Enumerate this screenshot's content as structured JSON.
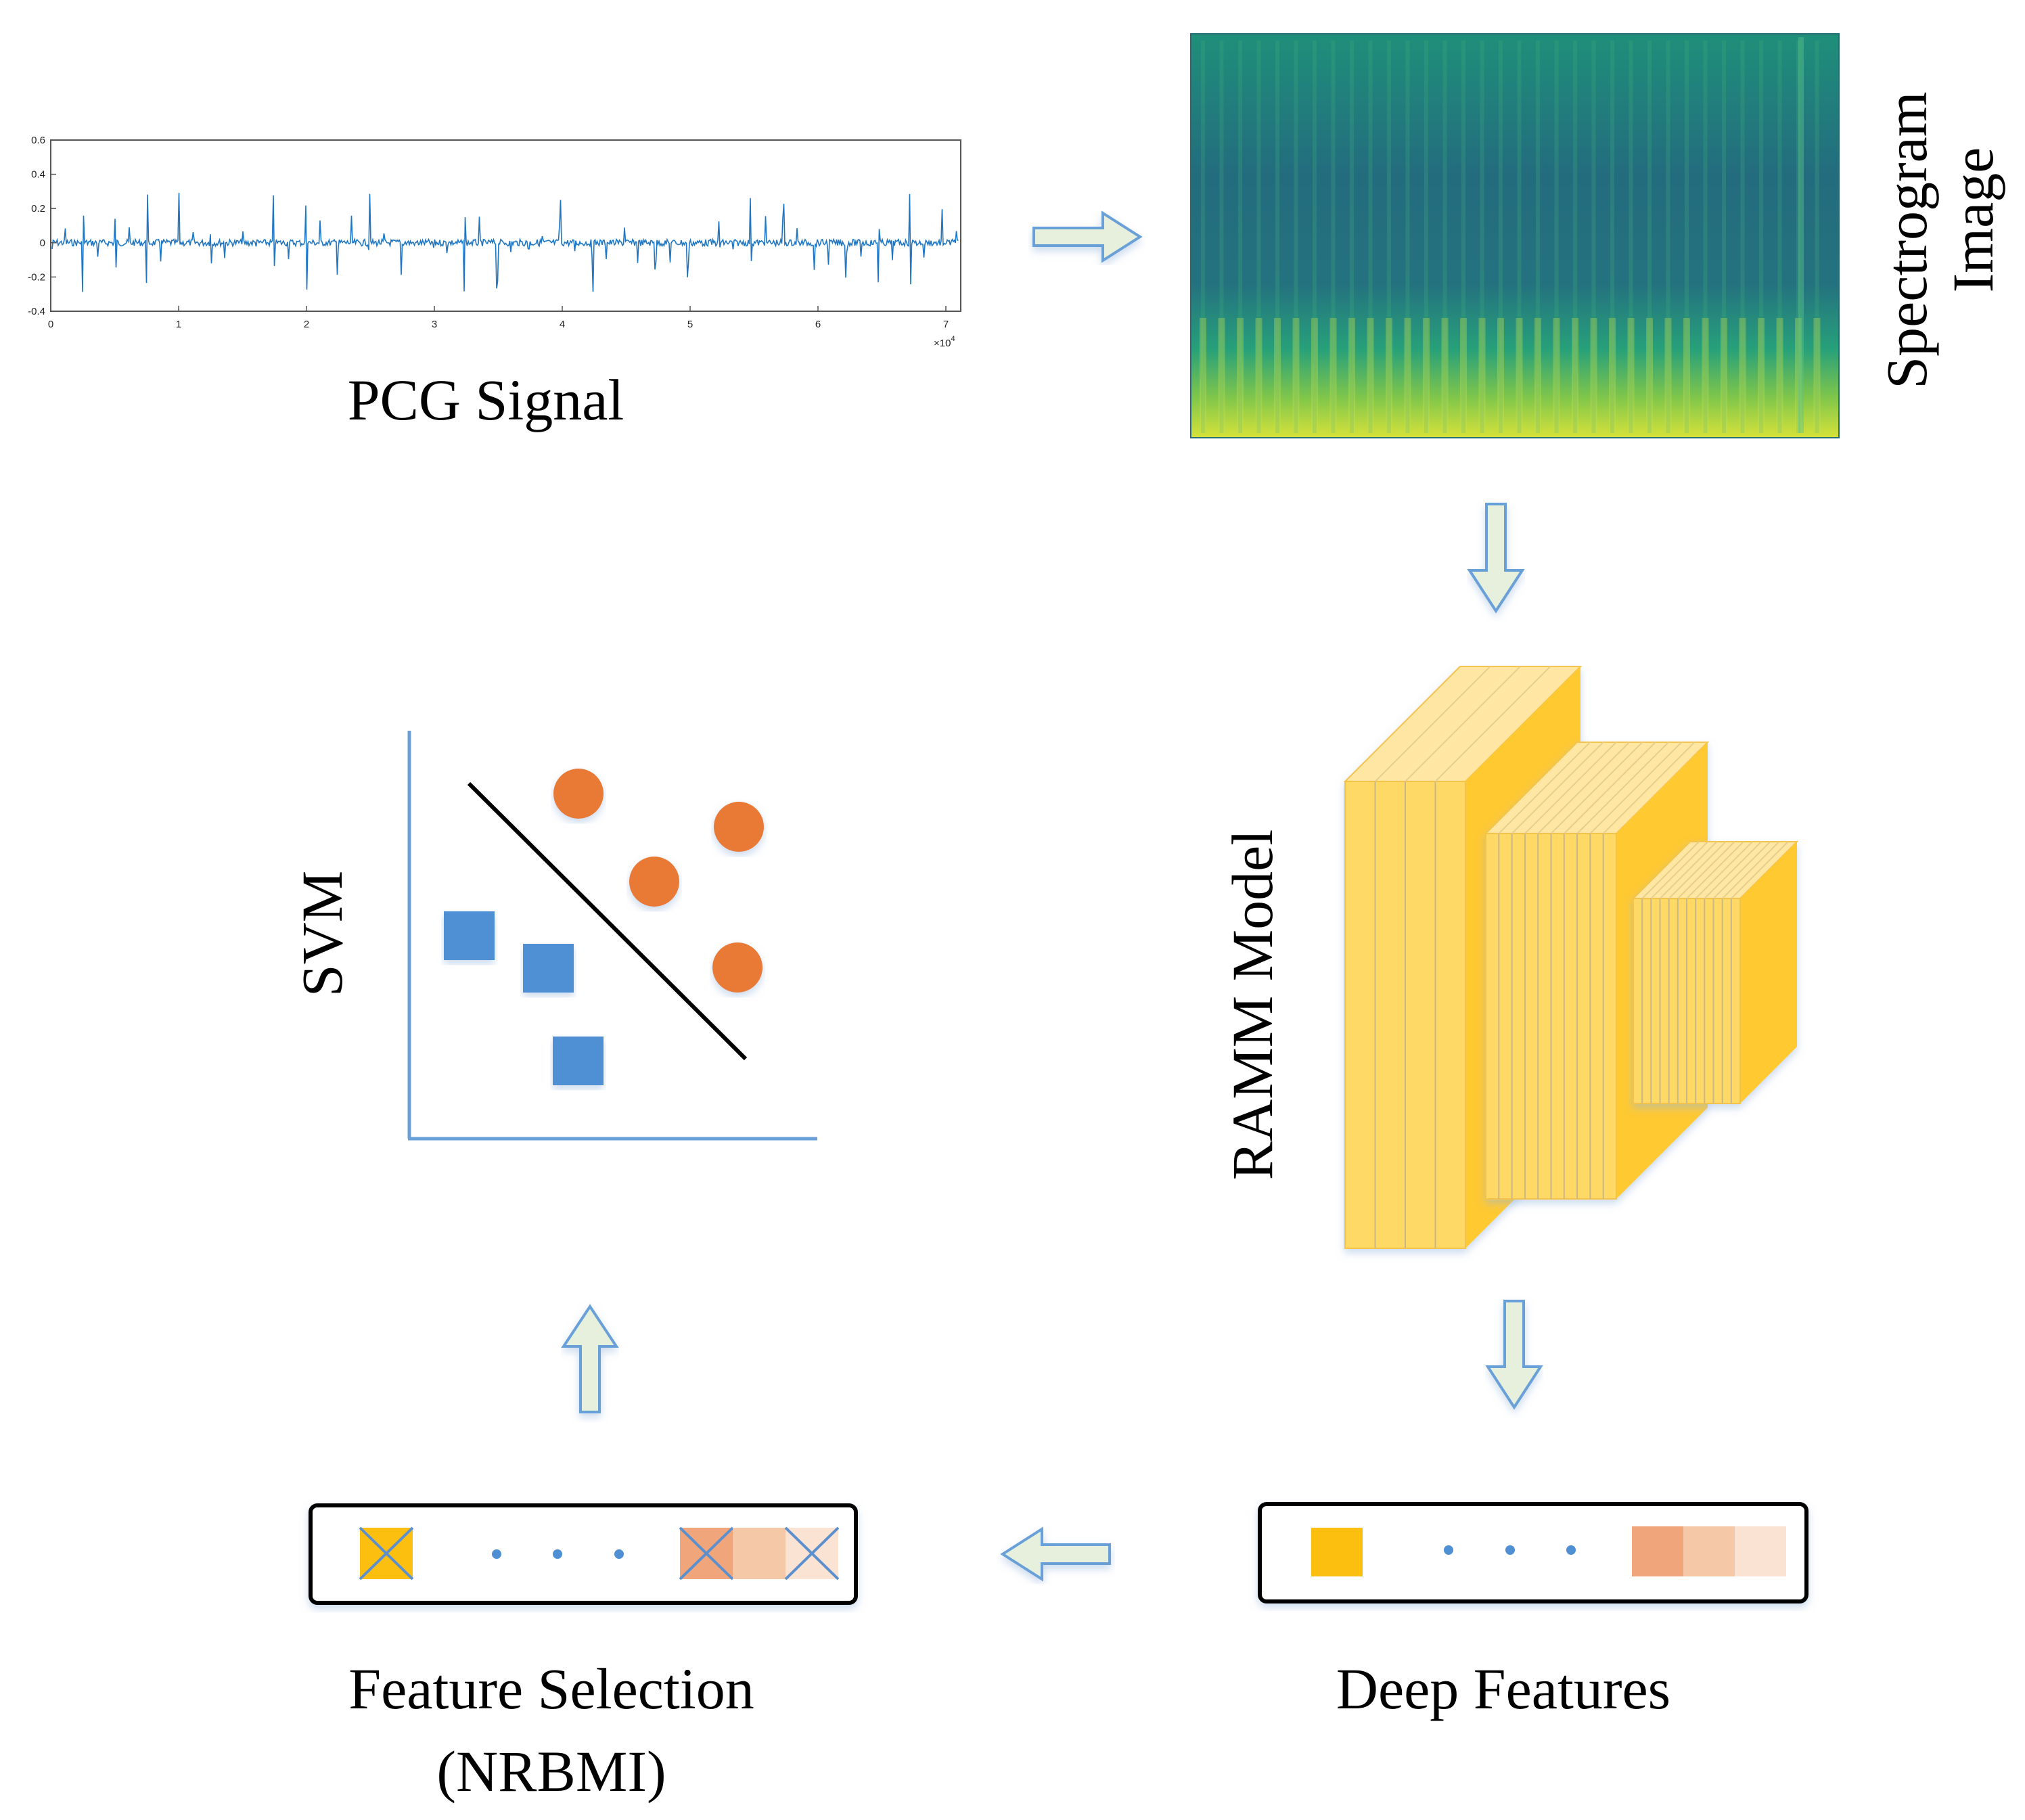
{
  "labels": {
    "pcg_signal": "PCG Signal",
    "spectrogram_line1": "Spectrogram",
    "spectrogram_line2": "Image",
    "ramm_model": "RAMM Model",
    "svm": "SVM",
    "deep_features": "Deep Features",
    "feature_selection_line1": "Feature Selection",
    "feature_selection_line2": "(NRBMI)"
  },
  "pcg_plot": {
    "y_ticks": [
      "0.6",
      "0.4",
      "0.2",
      "0",
      "-0.2",
      "-0.4"
    ],
    "x_ticks": [
      "0",
      "1",
      "2",
      "3",
      "4",
      "5",
      "6",
      "7"
    ],
    "x_multiplier": "×10",
    "x_multiplier_exp": "4",
    "line_color": "#1f77c4"
  },
  "colors": {
    "arrow_fill": "#e6f0dc",
    "arrow_stroke": "#6aa0d8",
    "cnn_front": "#ffd966",
    "cnn_top": "#ffe7a3",
    "cnn_side": "#ffc933",
    "svm_circle": "#e97a36",
    "svm_square": "#4f8fd4",
    "svm_axis": "#6aa0d8",
    "feature_yellow": "#fdbf0f",
    "feature_orange_1": "#f0a57a",
    "feature_orange_2": "#f5c8a8",
    "feature_orange_3": "#fae3d3",
    "cross": "#5b8fce"
  }
}
